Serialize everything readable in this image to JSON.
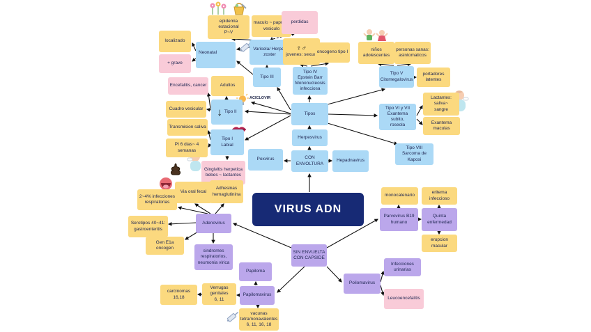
{
  "title": "VIRUS ADN",
  "colors": {
    "yellow": "#FBD97F",
    "blue": "#ABD9F6",
    "pink": "#F9CBD8",
    "purple": "#BBA7EB",
    "navy": "#172A75",
    "arrow": "#111111"
  },
  "glyphs": {
    "down_arrow": "↓",
    "gender": "♀♂"
  },
  "icons": {
    "flowers": "flower cluster clipart",
    "bucket": "garden bucket clipart",
    "baby": "baby with bottle clipart",
    "syringe": "syringe clipart",
    "kids": "children playing clipart",
    "lightbulb": "idea lightbulb",
    "lips": "red lips",
    "poop": "feces symbol",
    "mouth": "open mouth"
  },
  "nodes": {
    "epidemia": "epidemia estacional\nP~V",
    "maculo": "maculo ~ papulo~\nvesiculo",
    "perdidas": "perdidas",
    "localizado": "localizado",
    "mas_grave": "+ grave",
    "neonatal": "Neonatal",
    "varicela": "Varicela/ Herpes\nzoster",
    "tipo_iii": "Tipo III",
    "jovenes": "jovenes: sexual",
    "oncogeno": "oncogeno tipo I",
    "tipo_iv": "Tipo IV\nEpstein Barr\nMononucleosis\ninfecciosa",
    "ninos": "niños\nadolescentes",
    "personas": "personas sanas:\nasintomaticos",
    "tipo_v": "Tipo V\nCitomegalovirus",
    "portadores": "portadores latentes",
    "tipo_vi_vii": "Tipo VI y VII\nExantema subito,\nroseola",
    "lactantes": "Lactantes: saliva~\nsangre",
    "exantema": "Exantema maculas",
    "tipo_viii": "Tipo VIII\nSarcoma de Kaposi",
    "encefalitis": "Encefalitis, cancer",
    "adultos": "Adultos",
    "cuadro": "Cuadro vesicular",
    "tipo_ii": "Tipo II",
    "aciclovir": "ACICLOVIR",
    "transmision": "Transmision saliva",
    "pi": "PI 6 dias~ 4 semanas",
    "tipo_i": "Tipo I\nLabial",
    "gingivitis": "Gingivitis herpetica\nbebes ~ lactantes",
    "poxvirus": "Poxvirus",
    "con_envoltura": "CON ENVOLTURA",
    "hepadnavirus": "Hepadnavirus",
    "herpesvirus": "Herpesvirus",
    "tipos": "Tipos",
    "virus_adn": "VIRUS ADN",
    "via_oral": "Via oral fecal",
    "inf_resp": "2~4% infecciones\nrespiratorias",
    "adhesinas": "Adhesinas\nhemaglutinina",
    "adenovirus": "Adenovirus",
    "serotipos": "Serotipos 40~41:\ngastroenteritis",
    "gen_e1a": "Gen E1a oncogen",
    "sindromes": "sindromes\nrespiratorios,\nneumonia virica",
    "sin_envuelta": "SIN ENVUELTA\nCON CAPSIDE",
    "papiloma": "Papiloma",
    "papilomavirus": "Papilomavirus",
    "verrugas": "Verrugas genitales\n6, 11",
    "carcinomas": "carcinomas 16,18",
    "vacunas": "vacunas\ntetra/nonavalentes\n6, 11, 16, 18",
    "poliomavirus": "Poliomavirus",
    "inf_urinarias": "Infecciones urinarias",
    "leucoencefalitis": "Leucoencefalitis",
    "monocatenario": "monocatenario",
    "eritema": "eritema infeccioso",
    "parvovirus": "Parvovirus B19\nhumano",
    "quinta": "Quinta enfermedad",
    "erupcion": "erupcion macular"
  }
}
